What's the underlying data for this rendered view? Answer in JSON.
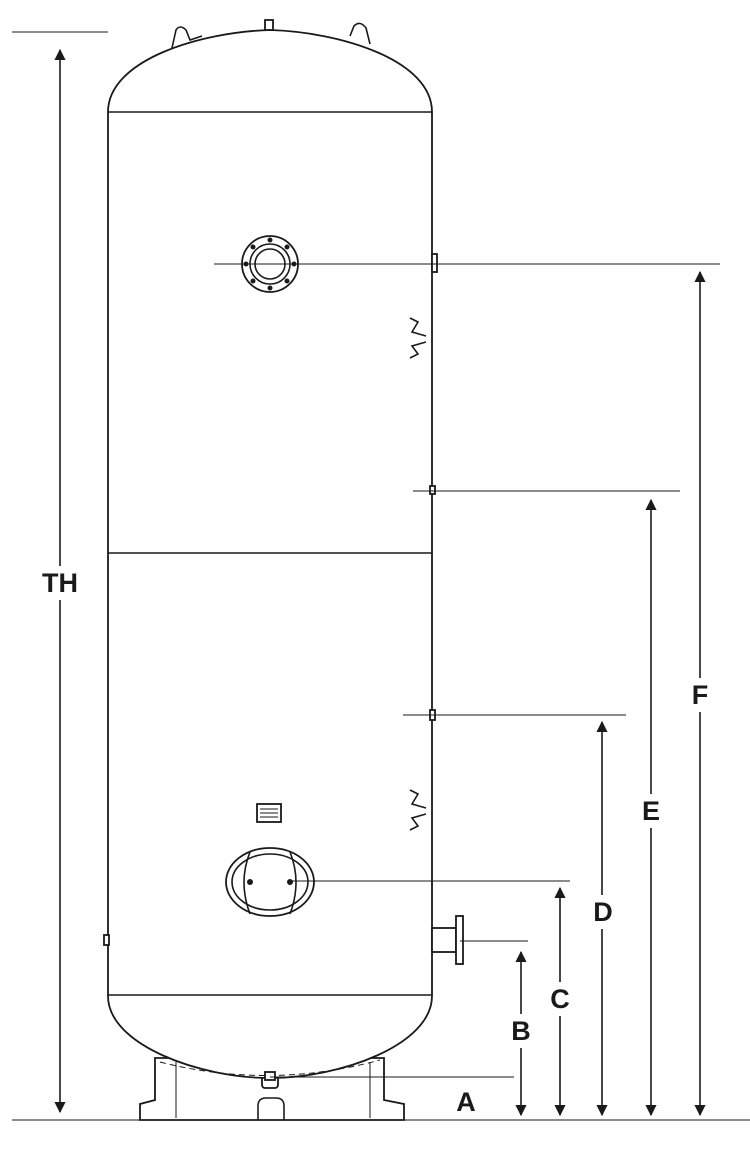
{
  "dimension_labels": {
    "th": "TH",
    "a": "A",
    "b": "B",
    "c": "C",
    "d": "D",
    "e": "E",
    "f": "F"
  },
  "colors": {
    "line": "#1a1a1a",
    "background": "#ffffff"
  }
}
